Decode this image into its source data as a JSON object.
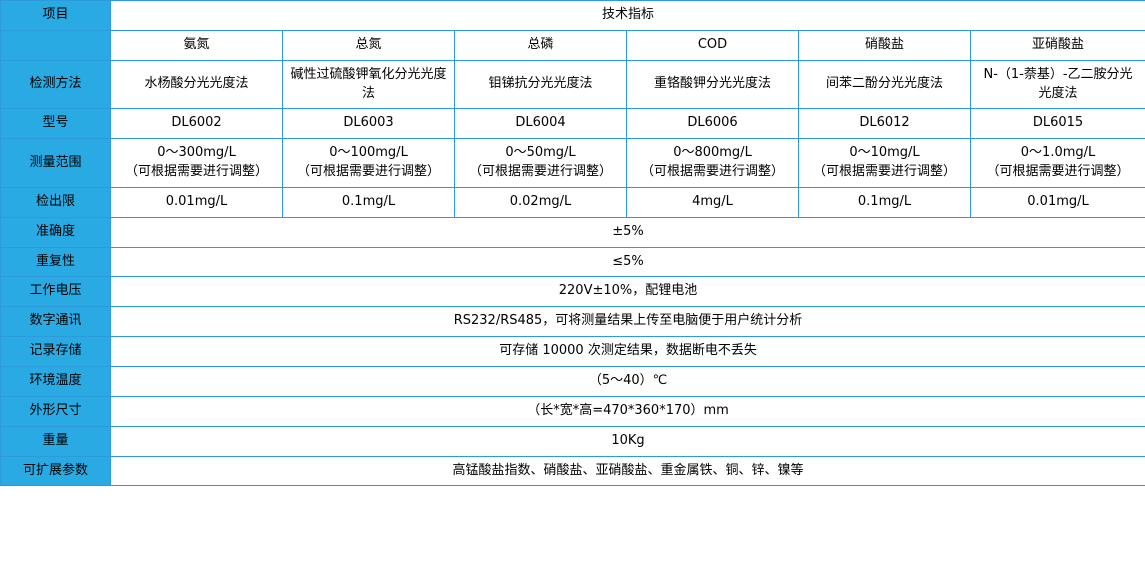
{
  "table": {
    "row_labels": [
      "项目",
      "检测方法",
      "型号",
      "测量范围",
      "检出限",
      "准确度",
      "重复性",
      "工作电压",
      "数字通讯",
      "记录存储",
      "环境温度",
      "外形尺寸",
      "重量",
      "可扩展参数"
    ],
    "group_header": "技术指标",
    "parameters": [
      "氨氮",
      "总氮",
      "总磷",
      "COD",
      "硝酸盐",
      "亚硝酸盐"
    ],
    "methods": [
      "水杨酸分光光度法",
      "碱性过硫酸钾氧化分光光度法",
      "钼锑抗分光光度法",
      "重铬酸钾分光光度法",
      "间苯二酚分光光度法",
      "N-（1-萘基）-乙二胺分光光度法"
    ],
    "models": [
      "DL6002",
      "DL6003",
      "DL6004",
      "DL6006",
      "DL6012",
      "DL6015"
    ],
    "ranges": [
      "0～300mg/L",
      "0～100mg/L",
      "0～50mg/L",
      "0～800mg/L",
      "0～10mg/L",
      "0～1.0mg/L"
    ],
    "range_note": "（可根据需要进行调整）",
    "detection_limits": [
      "0.01mg/L",
      "0.1mg/L",
      "0.02mg/L",
      "4mg/L",
      "0.1mg/L",
      "0.01mg/L"
    ],
    "accuracy": "±5%",
    "repeatability": "≤5%",
    "voltage": "220V±10%，配锂电池",
    "communication": "RS232/RS485，可将测量结果上传至电脑便于用户统计分析",
    "storage": "可存储 10000 次测定结果，数据断电不丢失",
    "temperature": "（5～40）℃",
    "dimensions": "（长*宽*高=470*360*170）mm",
    "weight": "10Kg",
    "extensible": "高锰酸盐指数、硝酸盐、亚硝酸盐、重金属铁、铜、锌、镍等"
  },
  "colors": {
    "header_blue": "#29aae3",
    "border_blue": "#2d9bdb",
    "text": "#000000"
  }
}
